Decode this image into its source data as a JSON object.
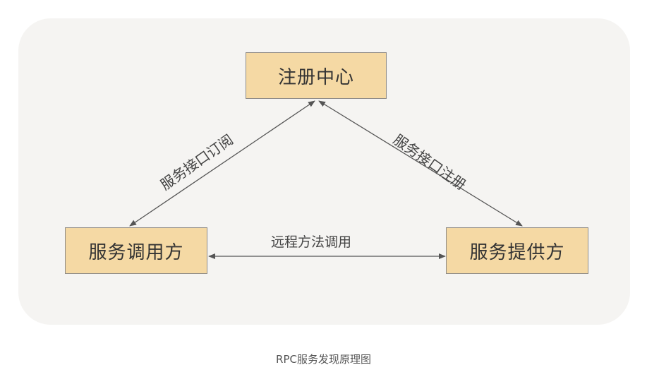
{
  "nodes": {
    "registry": "注册中心",
    "consumer": "服务调用方",
    "provider": "服务提供方"
  },
  "edges": {
    "subscribe": "服务接口订阅",
    "register": "服务接口注册",
    "remote_call": "远程方法调用"
  },
  "caption": "RPC服务发现原理图",
  "colors": {
    "node_fill": "#f5d9a4",
    "node_border": "#8f8b86",
    "panel_bg": "#f5f4f2",
    "arrow": "#555555"
  }
}
